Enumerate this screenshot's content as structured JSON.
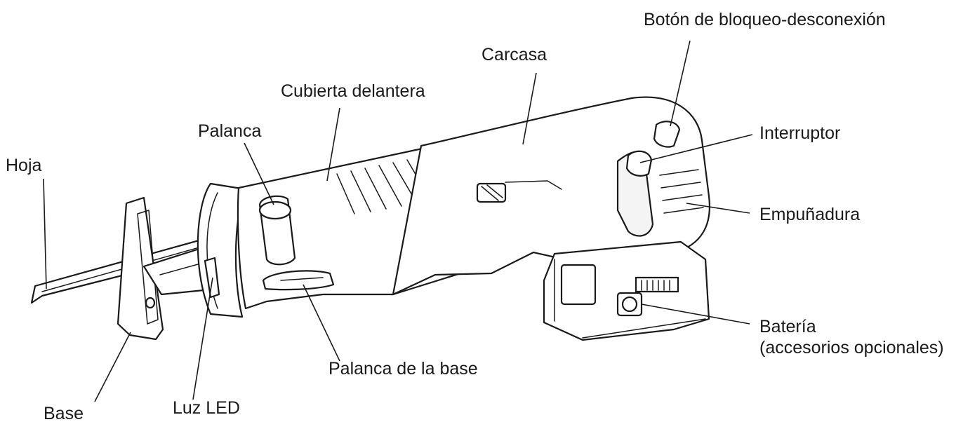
{
  "diagram": {
    "labels": {
      "hoja": "Hoja",
      "base": "Base",
      "luz_led": "Luz LED",
      "palanca": "Palanca",
      "cubierta_delantera": "Cubierta delantera",
      "carcasa": "Carcasa",
      "boton_bloqueo": "Botón de bloqueo-desconexión",
      "interruptor": "Interruptor",
      "empunadura": "Empuñadura",
      "bateria": "Batería",
      "bateria_nota": "(accesorios opcionales)",
      "palanca_base": "Palanca de la base"
    }
  }
}
